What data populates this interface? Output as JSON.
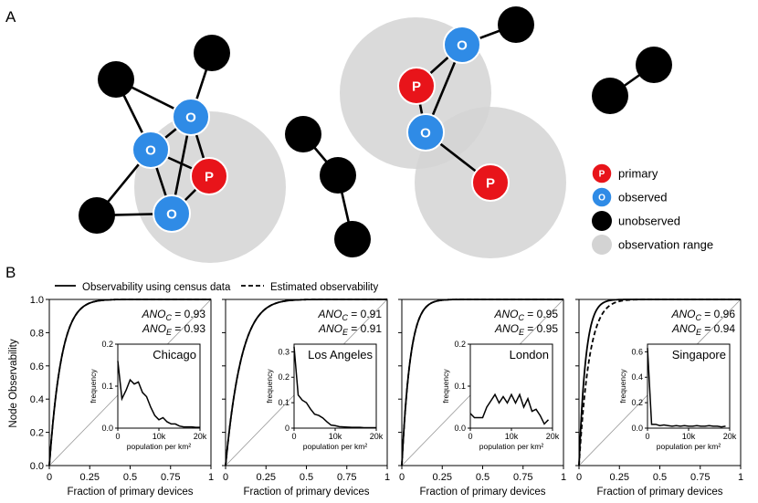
{
  "panel_a": {
    "letter": "A",
    "node_letters": {
      "primary": "P",
      "observed": "O"
    },
    "legend": [
      {
        "kind": "primary",
        "label": "primary"
      },
      {
        "kind": "observed",
        "label": "observed"
      },
      {
        "kind": "unobserved",
        "label": "unobserved"
      },
      {
        "kind": "range",
        "label": "observation range"
      }
    ],
    "colors": {
      "primary": "#e8141a",
      "observed": "#2f8be6",
      "unobserved": "#000000",
      "range": "#d3d3d3"
    }
  },
  "panel_b": {
    "letter": "B",
    "legend": [
      {
        "style": "solid",
        "label": "Observability using census data"
      },
      {
        "style": "dashed",
        "label": "Estimated observability"
      }
    ],
    "ylabel": "Node Observability",
    "xlabel": "Fraction of primary devices",
    "main_xticks": [
      "0",
      "0.25",
      "0.5",
      "0.75",
      "1"
    ],
    "main_yticks": [
      "0.0",
      "0.2",
      "0.4",
      "0.6",
      "0.8",
      "1.0"
    ],
    "inset_xlabel": "population per km²",
    "inset_ylabel": "frequency",
    "inset_xticks": [
      "0",
      "10k",
      "20k"
    ]
  },
  "chart_data": [
    {
      "type": "line",
      "city": "Chicago",
      "ano_c": "ANO_C = 0.93",
      "ano_e": "ANO_E = 0.93",
      "ano_c_value": 0.93,
      "ano_e_value": 0.93,
      "xlabel": "Fraction of primary devices",
      "ylabel": "Node Observability",
      "xlim": [
        0,
        1
      ],
      "ylim": [
        0,
        1
      ],
      "inset": {
        "type": "line",
        "xlabel": "population per km²",
        "ylabel": "frequency",
        "ylim": [
          0,
          0.2
        ],
        "yticks": [
          "0.0",
          "0.1",
          "0.2"
        ],
        "x": [
          0,
          1000,
          2000,
          3000,
          4000,
          5000,
          6000,
          7000,
          8000,
          9000,
          10000,
          11000,
          12000,
          13000,
          14000,
          15000,
          16000,
          17000,
          18000,
          19000,
          20000
        ],
        "frequency": [
          0.16,
          0.07,
          0.09,
          0.115,
          0.105,
          0.11,
          0.085,
          0.075,
          0.05,
          0.03,
          0.02,
          0.025,
          0.015,
          0.01,
          0.01,
          0.005,
          0.003,
          0.003,
          0.003,
          0.002,
          0.002
        ]
      }
    },
    {
      "type": "line",
      "city": "Los Angeles",
      "ano_c": "ANO_C = 0.91",
      "ano_e": "ANO_E = 0.91",
      "ano_c_value": 0.91,
      "ano_e_value": 0.91,
      "xlabel": "Fraction of primary devices",
      "xlim": [
        0,
        1
      ],
      "ylim": [
        0,
        1
      ],
      "inset": {
        "type": "line",
        "xlabel": "population per km²",
        "ylabel": "frequency",
        "ylim": [
          0,
          0.33
        ],
        "yticks": [
          "0",
          "0.1",
          "0.2",
          "0.3"
        ],
        "x": [
          0,
          1000,
          2000,
          3000,
          4000,
          5000,
          6000,
          7000,
          8000,
          9000,
          10000,
          11000,
          12000,
          13000,
          14000,
          15000,
          16000,
          17000,
          18000,
          19000,
          20000
        ],
        "frequency": [
          0.32,
          0.13,
          0.11,
          0.1,
          0.075,
          0.055,
          0.05,
          0.04,
          0.025,
          0.012,
          0.01,
          0.006,
          0.005,
          0.004,
          0.003,
          0.003,
          0.003,
          0.002,
          0.002,
          0.002,
          0.002
        ]
      }
    },
    {
      "type": "line",
      "city": "London",
      "ano_c": "ANO_C = 0.95",
      "ano_e": "ANO_E = 0.95",
      "ano_c_value": 0.95,
      "ano_e_value": 0.95,
      "xlabel": "Fraction of primary devices",
      "xlim": [
        0,
        1
      ],
      "ylim": [
        0,
        1
      ],
      "inset": {
        "type": "line",
        "xlabel": "population per km²",
        "ylabel": "frequency",
        "ylim": [
          0,
          0.2
        ],
        "yticks": [
          "0.0",
          "0.1",
          "0.2"
        ],
        "x": [
          0,
          1000,
          2000,
          3000,
          4000,
          5000,
          6000,
          7000,
          8000,
          9000,
          10000,
          11000,
          12000,
          13000,
          14000,
          15000,
          16000,
          17000,
          18000,
          19000
        ],
        "frequency": [
          0.035,
          0.025,
          0.025,
          0.025,
          0.05,
          0.065,
          0.08,
          0.06,
          0.075,
          0.06,
          0.08,
          0.06,
          0.08,
          0.05,
          0.07,
          0.04,
          0.045,
          0.03,
          0.01,
          0.02
        ]
      }
    },
    {
      "type": "line",
      "city": "Singapore",
      "ano_c": "ANO_C = 0.96",
      "ano_e": "ANO_E = 0.94",
      "ano_c_value": 0.96,
      "ano_e_value": 0.94,
      "xlabel": "Fraction of primary devices",
      "xlim": [
        0,
        1
      ],
      "ylim": [
        0,
        1
      ],
      "inset": {
        "type": "line",
        "xlabel": "population per km²",
        "ylabel": "frequency",
        "ylim": [
          0,
          0.66
        ],
        "yticks": [
          "0.0",
          "0.2",
          "0.4",
          "0.6"
        ],
        "x": [
          0,
          1000,
          2000,
          3000,
          4000,
          5000,
          6000,
          7000,
          8000,
          9000,
          10000,
          11000,
          12000,
          13000,
          14000,
          15000,
          16000,
          17000,
          18000,
          19000
        ],
        "frequency": [
          0.63,
          0.03,
          0.03,
          0.02,
          0.025,
          0.02,
          0.015,
          0.02,
          0.015,
          0.02,
          0.015,
          0.015,
          0.02,
          0.015,
          0.015,
          0.02,
          0.015,
          0.015,
          0.01,
          0.015
        ]
      }
    }
  ]
}
